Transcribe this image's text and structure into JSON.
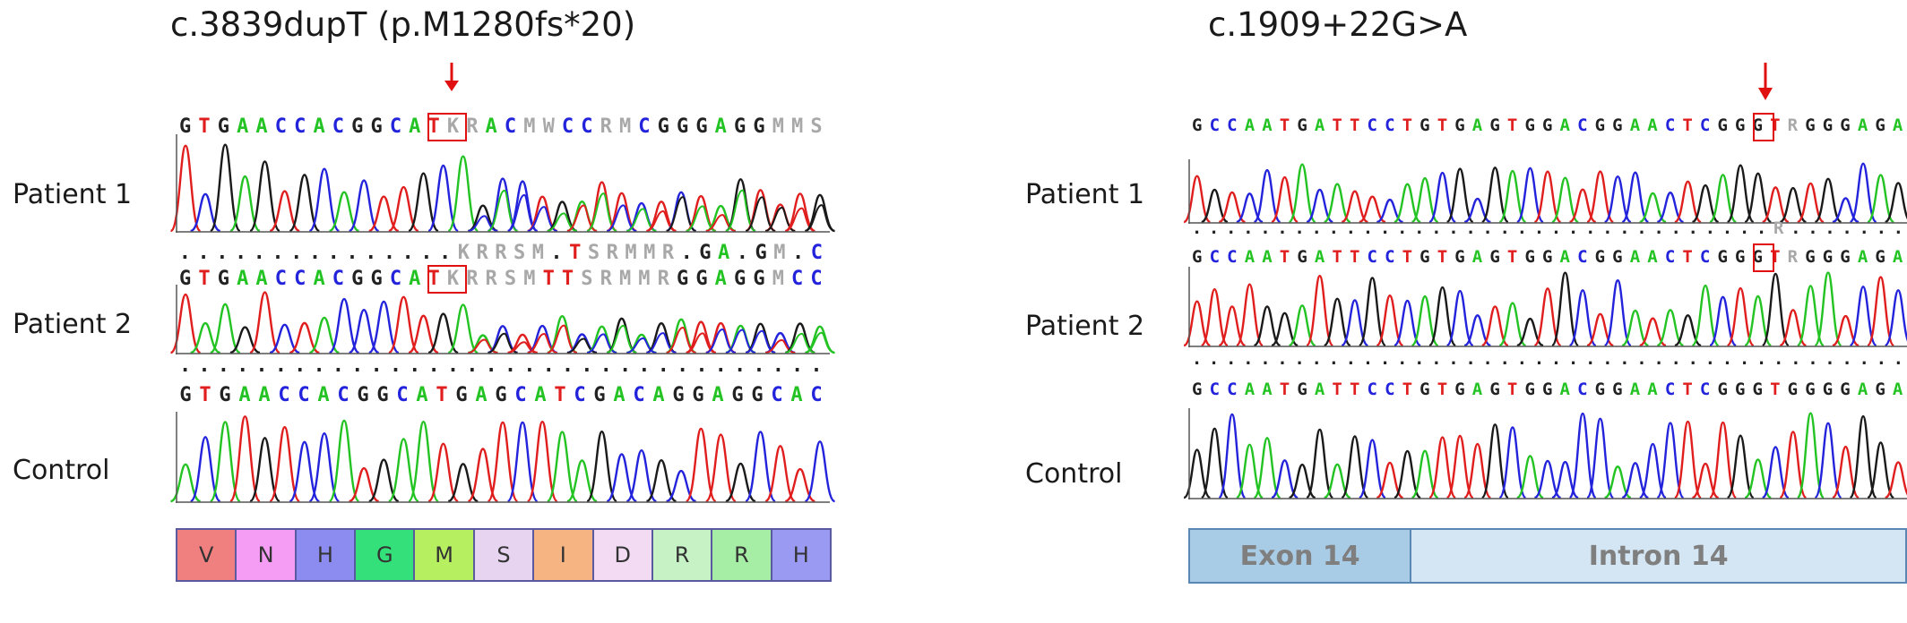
{
  "left": {
    "title": "c.3839dupT (p.M1280fs*20)",
    "labels": [
      "Patient 1",
      "Patient 2",
      "Control"
    ],
    "sequences": [
      "GTGAACCACGGCATKRACMWCCRMCGGGAGGMMS",
      "...............KRRSM.TSRMMR.GA.GM.C",
      "GTGAACCACGGCATKRRSMTTSRMMRGGAGGMCC",
      "..................................",
      "GTGAACCACGGCATGAGCATCGACAGGAGGCAC"
    ],
    "amino_acids": [
      {
        "code": "V",
        "color": "#f08080"
      },
      {
        "code": "N",
        "color": "#f59cf5"
      },
      {
        "code": "H",
        "color": "#8c8cf0"
      },
      {
        "code": "G",
        "color": "#33e07a"
      },
      {
        "code": "M",
        "color": "#b6f060"
      },
      {
        "code": "S",
        "color": "#e6d4f0"
      },
      {
        "code": "I",
        "color": "#f5b482"
      },
      {
        "code": "D",
        "color": "#f3dcf3"
      },
      {
        "code": "R",
        "color": "#c6f2c6"
      },
      {
        "code": "R",
        "color": "#a6eea6"
      },
      {
        "code": "H",
        "color": "#9a9af2"
      }
    ]
  },
  "right": {
    "title": "c.1909+22G>A",
    "labels": [
      "Patient 1",
      "Patient 2",
      "Control"
    ],
    "sequences": [
      "GCCAATGATTCCTGTGAGTGGACGGAACTCGGGTRGGGAGA",
      "..................................R.......",
      "GCCAATGATTCCTGTGAGTGGACGGAACTCGGGTRGGGAGA",
      "..........................................",
      "GCCAATGATTCCTGTGAGTGGACGGAACTCGGGTGGGGAGA"
    ],
    "regions": [
      {
        "label": "Exon 14",
        "color": "#a9cce6"
      },
      {
        "label": "Intron 14",
        "color": "#d4e6f3"
      }
    ]
  },
  "colors": {
    "A": "#23c323",
    "C": "#2323dc",
    "G": "#222222",
    "T": "#e01e1e",
    "ambiguous": "#a8a8a8",
    "dot": "#222222",
    "arrow": "#e01010",
    "mutation_box": "#e01010"
  }
}
